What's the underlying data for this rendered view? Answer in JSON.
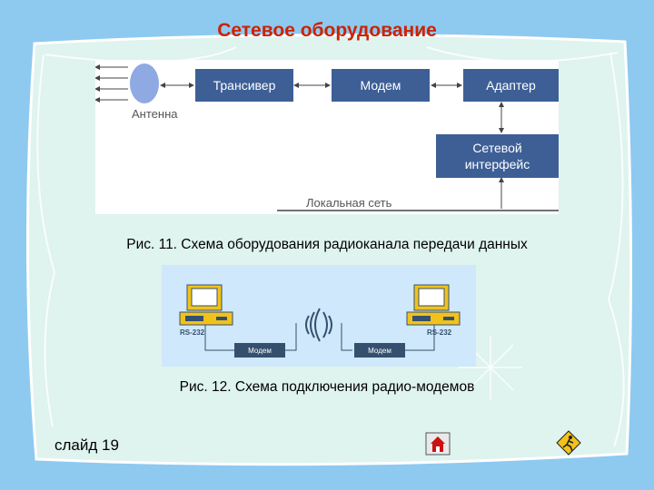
{
  "slide": {
    "title": "Сетевое оборудование",
    "slide_number": "слайд 19"
  },
  "figure1": {
    "transceiver": "Трансивер",
    "modem": "Модем",
    "adapter": "Адаптер",
    "net_interface_l1": "Сетевой",
    "net_interface_l2": "интерфейс",
    "antenna": "Антенна",
    "lan": "Локальная сеть",
    "caption": "Рис. 11. Схема оборудования радиоканала передачи данных"
  },
  "figure2": {
    "modem_left": "Модем",
    "modem_right": "Модем",
    "rs_left": "RS-232",
    "rs_right": "RS-232",
    "caption": "Рис. 12. Схема подключения радио-модемов"
  },
  "icons": {
    "home": "home-icon",
    "exit": "exit-icon"
  }
}
